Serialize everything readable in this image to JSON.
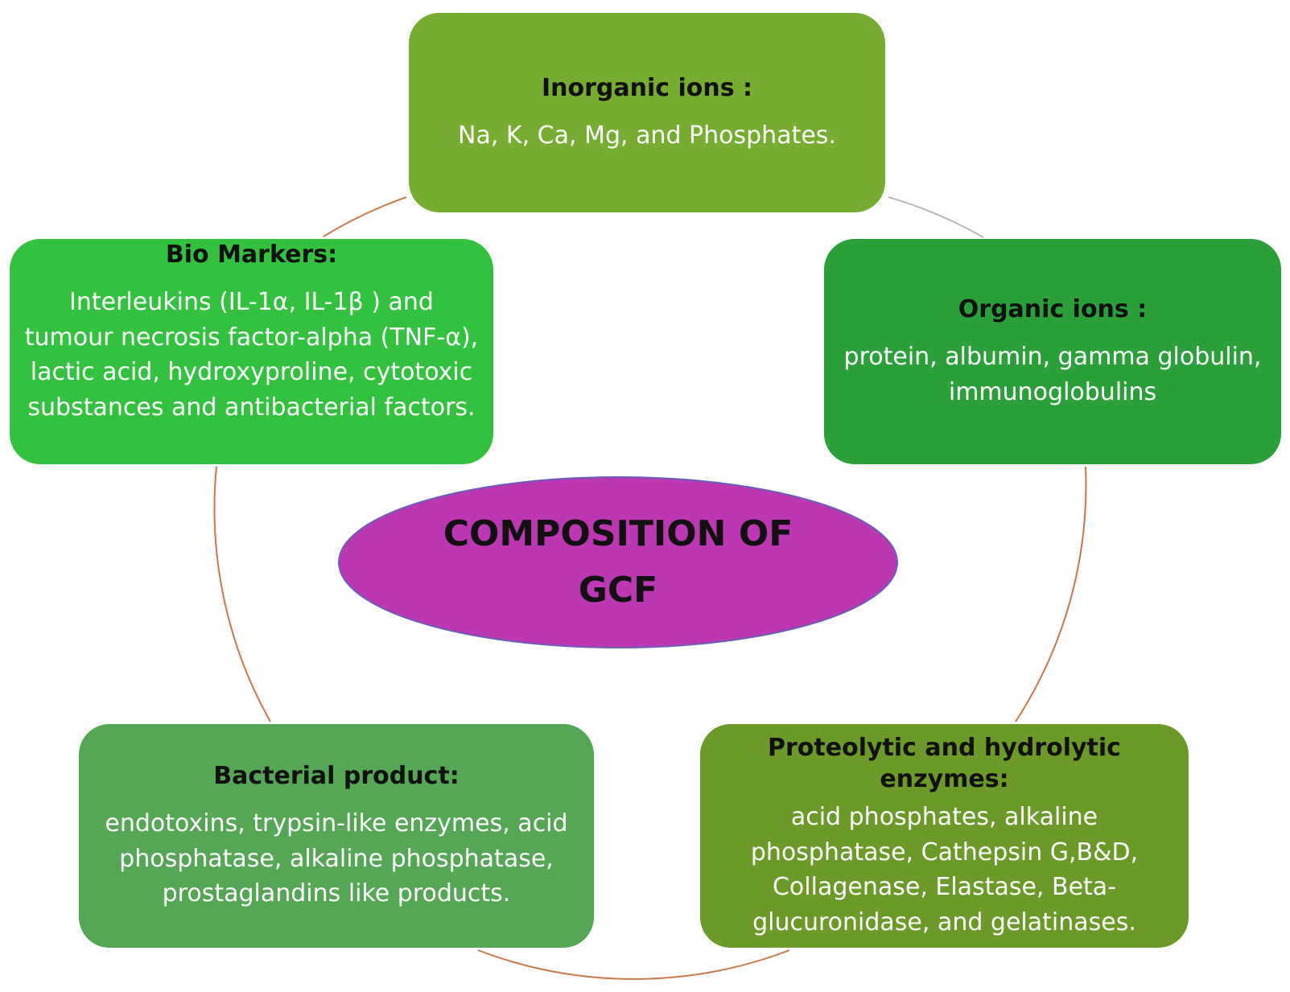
{
  "center": {
    "title": "COMPOSITION  OF\nGCF",
    "color": "#bd37b2",
    "border": "#6a5fb8"
  },
  "boxes": {
    "inorganic": {
      "title": "Inorganic ions :",
      "body": "Na, K, Ca, Mg, and Phosphates.",
      "color": "#76ad30"
    },
    "organic": {
      "title": "Organic ions :",
      "body": "protein, albumin, gamma globulin, immunoglobulins",
      "color": "#2ba03a"
    },
    "bio_markers": {
      "title": "Bio Markers:",
      "body": "Interleukins (IL-1α, IL-1β   ) and tumour necrosis factor-alpha (TNF-α), lactic acid, hydroxyproline, cytotoxic substances and antibacterial factors.",
      "color": "#33c240"
    },
    "bacterial": {
      "title": "Bacterial product:",
      "body": "endotoxins, trypsin-like enzymes, acid phosphatase, alkaline phosphatase, prostaglandins like products.",
      "color": "#55a655"
    },
    "proteolytic": {
      "title": "Proteolytic and hydrolytic enzymes:",
      "body": "acid phosphates, alkaline phosphatase, Cathepsin G,B&D, Collagenase, Elastase, Beta-glucuronidase, and gelatinases.",
      "color": "#6b9a28"
    }
  },
  "connector_colors": {
    "warm": "#c8794a",
    "gray": "#b8b8c4"
  }
}
